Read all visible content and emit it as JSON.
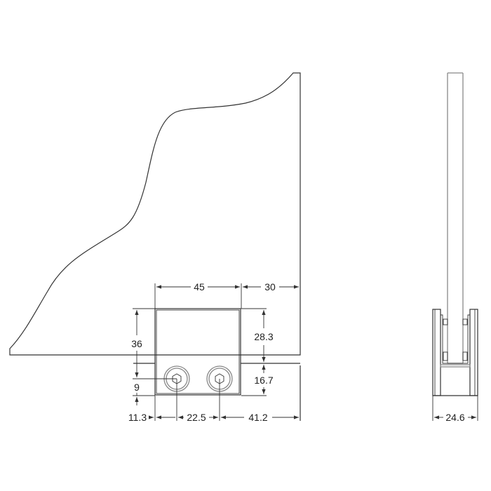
{
  "drawing": {
    "views": [
      "front-view",
      "side-view"
    ],
    "line_color": "#333333",
    "background": "#ffffff"
  },
  "front_view": {
    "dimensions": {
      "clamp_width": "45",
      "offset_to_glass_edge": "30",
      "clamp_height": "36",
      "upper_height": "28.3",
      "lower_height": "16.7",
      "bolt_height": "9",
      "bolt_left_offset": "11.3",
      "bolt_spacing": "22.5",
      "bolt_right_offset": "41.2"
    },
    "bolts": [
      {
        "name": "bolt-left",
        "icon": "hex-socket-icon"
      },
      {
        "name": "bolt-right",
        "icon": "hex-socket-icon"
      }
    ]
  },
  "side_view": {
    "dimensions": {
      "clamp_depth": "24.6"
    }
  }
}
